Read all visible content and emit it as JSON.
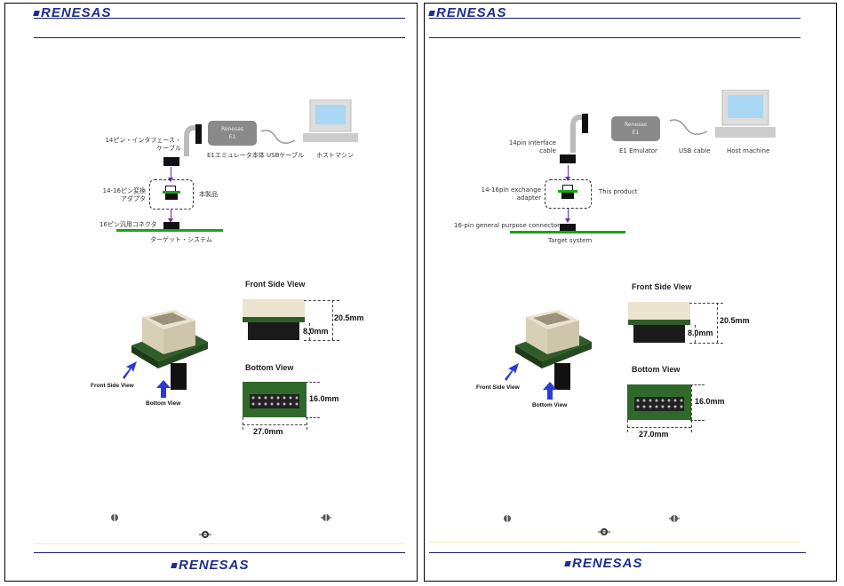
{
  "brand": {
    "logo_text": "RENESAS"
  },
  "colors": {
    "brand_blue": "#1d2e8c",
    "pcb_green": "#1aa31a",
    "arrow_blue": "#2a3ad8",
    "connector_purple": "#6a2fa0"
  },
  "jp": {
    "cable_label": "14ピン・インタフェース・\nケーブル",
    "emulator_box": "Renesas\nE1",
    "emulator_label": "E1エミュレータ本体",
    "usb_label": "USBケーブル",
    "host_label": "ホストマシン",
    "adapter_label": "14-16ピン変換\nアダプタ",
    "product_label": "本製品",
    "connector_label": "16ピン汎用コネクタ",
    "target_label": "ターゲット・システム"
  },
  "en": {
    "cable_label": "14pin interface\ncable",
    "emulator_box": "Renesas\nE1",
    "emulator_label": "E1 Emulator",
    "usb_label": "USB cable",
    "host_label": "Host machine",
    "adapter_label": "14-16pin exchange\nadapter",
    "product_label": "This product",
    "connector_label": "16-pin general purpose connector",
    "target_label": "Target system"
  },
  "views": {
    "front_title": "Front Side View",
    "bottom_title": "Bottom View",
    "front_arrow_label": "Front Side View",
    "bottom_arrow_label": "Bottom View",
    "dim_height": "20.5mm",
    "dim_header": "8.0mm",
    "dim_depth": "16.0mm",
    "dim_width": "27.0mm"
  },
  "icons": [
    "usb-cable-wave-icon",
    "host-computer-icon",
    "adapter-3d-photo",
    "pcb-front-photo",
    "pcb-bottom-photo",
    "blue-arrow-icon",
    "no-disassemble-icon",
    "no-touch-icon",
    "caution-circle-icon"
  ]
}
